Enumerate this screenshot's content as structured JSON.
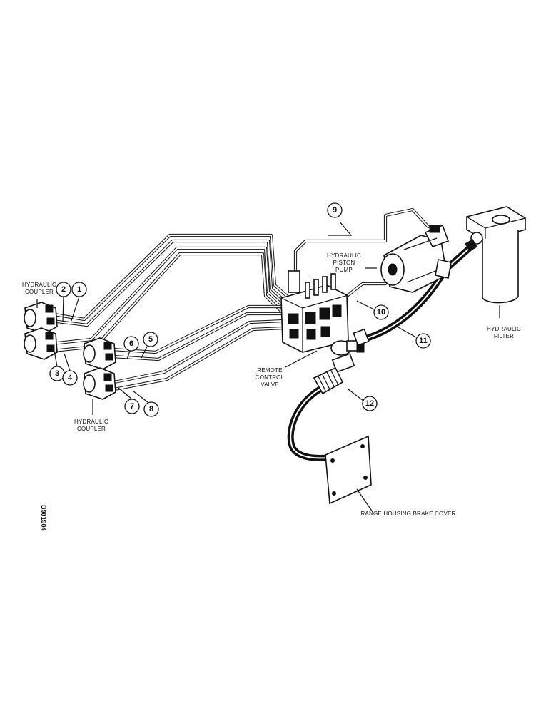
{
  "labels": {
    "coupler_upper_l1": "HYDRAULIC",
    "coupler_upper_l2": "COUPLER",
    "coupler_lower_l1": "HYDRAULIC",
    "coupler_lower_l2": "COUPLER",
    "pump_l1": "HYDRAULIC",
    "pump_l2": "PISTON",
    "pump_l3": "PUMP",
    "filter_l1": "HYDRAULIC",
    "filter_l2": "FILTER",
    "valve_l1": "REMOTE",
    "valve_l2": "CONTROL",
    "valve_l3": "VALVE",
    "brake_cover": "RANGE HOUSING BRAKE COVER"
  },
  "callouts": {
    "c1": "1",
    "c2": "2",
    "c3": "3",
    "c4": "4",
    "c5": "5",
    "c6": "6",
    "c7": "7",
    "c8": "8",
    "c9": "9",
    "c10": "10",
    "c11": "11",
    "c12": "12"
  },
  "figure_code": "B901904"
}
